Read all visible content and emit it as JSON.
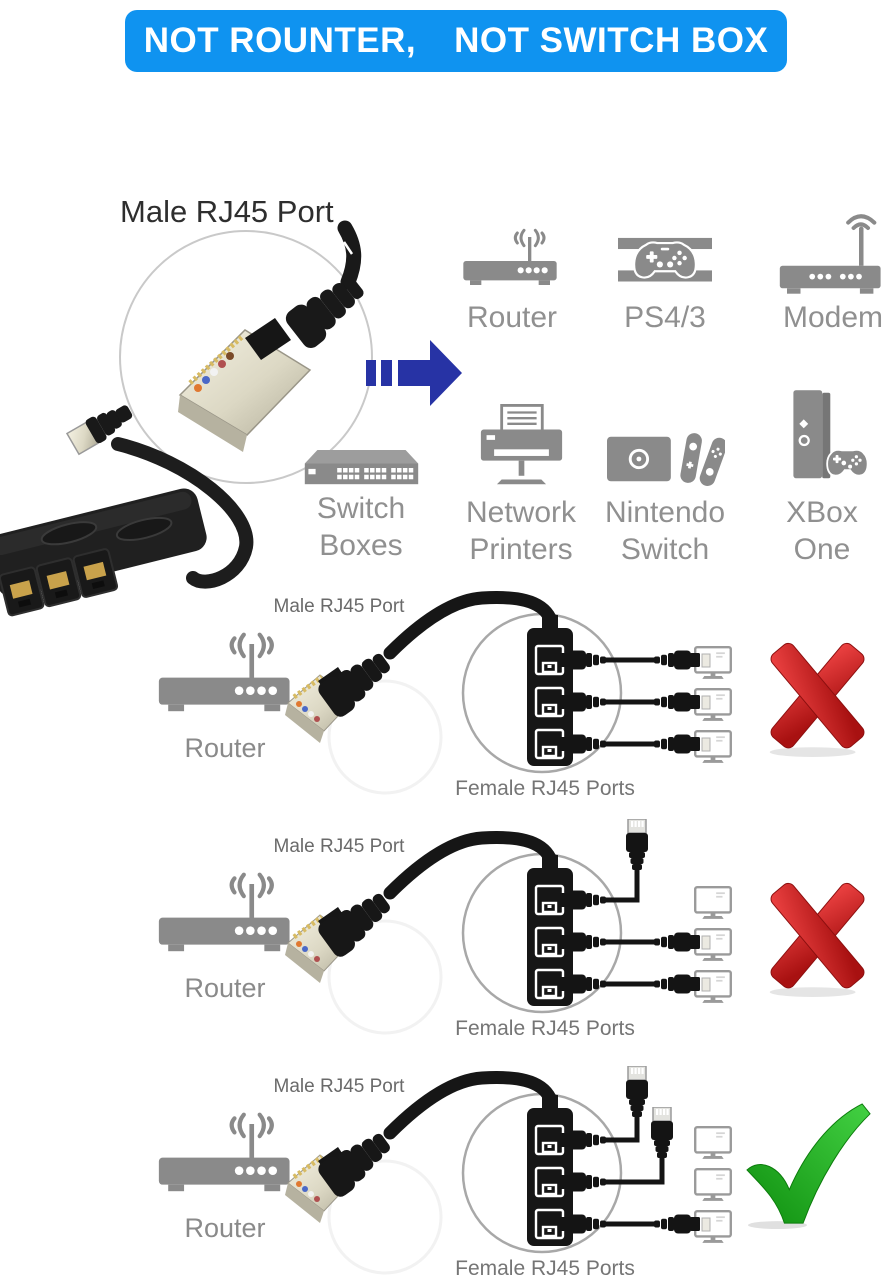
{
  "banner": {
    "text_left": "NOT ROUNTER,",
    "text_right": "NOT SWITCH BOX"
  },
  "magnifier": {
    "title": "Male RJ45 Port"
  },
  "devices": {
    "row1": [
      {
        "id": "router",
        "label": "Router"
      },
      {
        "id": "ps4",
        "label": "PS4/3"
      },
      {
        "id": "modem",
        "label": "Modem"
      }
    ],
    "row2": [
      {
        "id": "switch-boxes",
        "label_line1": "Switch",
        "label_line2": "Boxes"
      },
      {
        "id": "network-printers",
        "label_line1": "Network",
        "label_line2": "Printers"
      },
      {
        "id": "nintendo-switch",
        "label_line1": "Nintendo",
        "label_line2": "Switch"
      },
      {
        "id": "xbox-one",
        "label_line1": "XBox",
        "label_line2": "One"
      }
    ]
  },
  "diagrams": [
    {
      "male_port_label": "Male RJ45 Port",
      "router_label": "Router",
      "female_ports_label": "Female RJ45 Ports",
      "verdict": "wrong"
    },
    {
      "male_port_label": "Male RJ45 Port",
      "router_label": "Router",
      "female_ports_label": "Female RJ45 Ports",
      "verdict": "wrong"
    },
    {
      "male_port_label": "Male RJ45 Port",
      "router_label": "Router",
      "female_ports_label": "Female RJ45 Ports",
      "verdict": "correct"
    }
  ],
  "colors": {
    "banner_blue": "#0f93f0",
    "arrow_blue": "#2733a5",
    "device_gray": "#8a8a8a",
    "label_gray": "#909090",
    "wrong_red": "#c41818",
    "correct_green": "#1ea41e"
  }
}
